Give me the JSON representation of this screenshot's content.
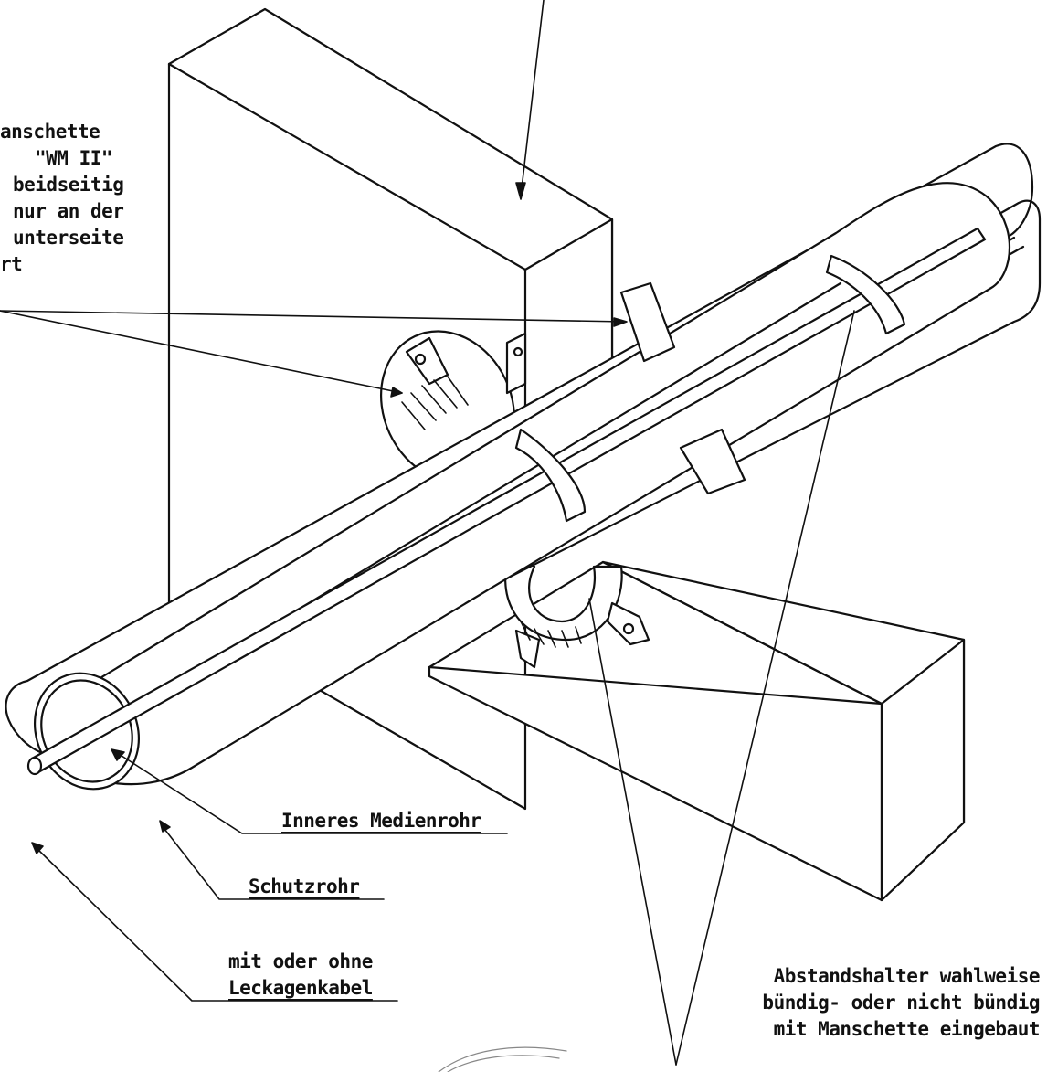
{
  "labels": {
    "manschette_lines": [
      "anschette",
      "\"WM II\"",
      "beidseitig",
      "nur an der",
      "unterseite",
      "rt"
    ],
    "inneres_medienrohr": "Inneres Medienrohr",
    "schutzrohr": "Schutzrohr",
    "leckage_lines": [
      "mit oder ohne",
      "Leckagenkabel"
    ],
    "abstandshalter_lines": [
      "Abstandshalter wahlweise",
      "bündig- oder nicht bündig",
      "mit Manschette eingebaut"
    ]
  },
  "colors": {
    "line": "#111111",
    "background": "#ffffff"
  }
}
